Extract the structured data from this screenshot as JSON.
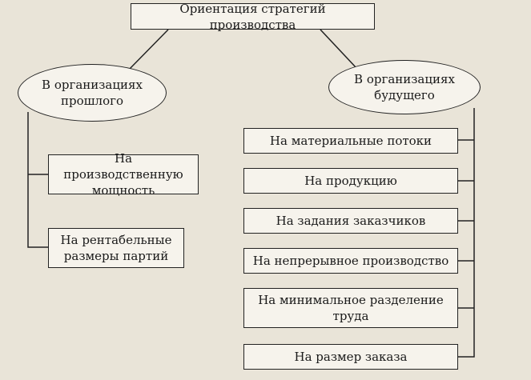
{
  "diagram": {
    "root": {
      "label": "Ориентация стратегий производства"
    },
    "past": {
      "label": "В организациях\nпрошлого",
      "items": [
        {
          "label": "На производственную\nмощность"
        },
        {
          "label": "На рентабельные\nразмеры партий"
        }
      ]
    },
    "future": {
      "label": "В организациях\nбудущего",
      "items": [
        {
          "label": "На материальные потоки"
        },
        {
          "label": "На продукцию"
        },
        {
          "label": "На задания заказчиков"
        },
        {
          "label": "На непрерывное производство"
        },
        {
          "label": "На минимальное разделение\nтруда"
        },
        {
          "label": "На размер заказа"
        }
      ]
    }
  }
}
